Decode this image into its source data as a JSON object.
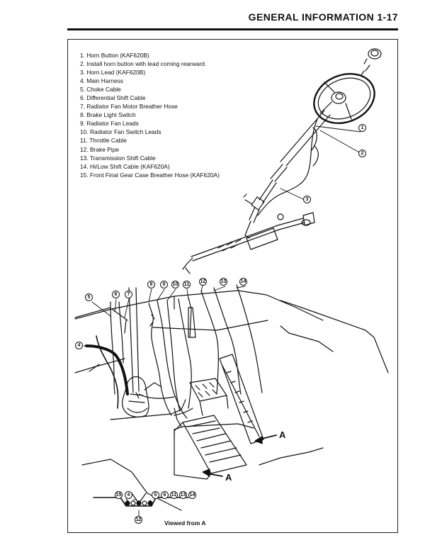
{
  "header": {
    "title": "GENERAL INFORMATION 1-17"
  },
  "legend": [
    "1. Horn Button (KAF620B)",
    "2. Install horn button with lead coming rearward.",
    "3. Horn Lead (KAF620B)",
    "4. Main Harness",
    "5. Choke Cable",
    "6. Differential Shift Cable",
    "7. Radiator Fan Motor Breather Hose",
    "8. Brake Light Switch",
    "9. Radiator Fan Leads",
    "10. Radiator Fan Switch Leads",
    "11. Throttle Cable",
    "12. Brake Pipe",
    "13. Transmission Shift Cable",
    "14. Hi/Low Shift Cable (KAF620A)",
    "15. Front Final Gear Case Breather Hose (KAF620A)"
  ],
  "callouts": {
    "c1": "1",
    "c2": "2",
    "c3": "3",
    "c4": "4",
    "c5": "5",
    "c6": "6",
    "c7": "7",
    "c8": "8",
    "c9": "9",
    "c10": "10",
    "c11": "11",
    "c12": "12",
    "c13": "13",
    "c14": "14",
    "b15": "15",
    "b4": "4",
    "b5": "5",
    "b6": "6",
    "b11": "11",
    "b13": "13",
    "b14": "14",
    "b12": "12"
  },
  "view_markers": {
    "a1": "A",
    "a2": "A"
  },
  "inset": {
    "caption": "Viewed from A"
  }
}
